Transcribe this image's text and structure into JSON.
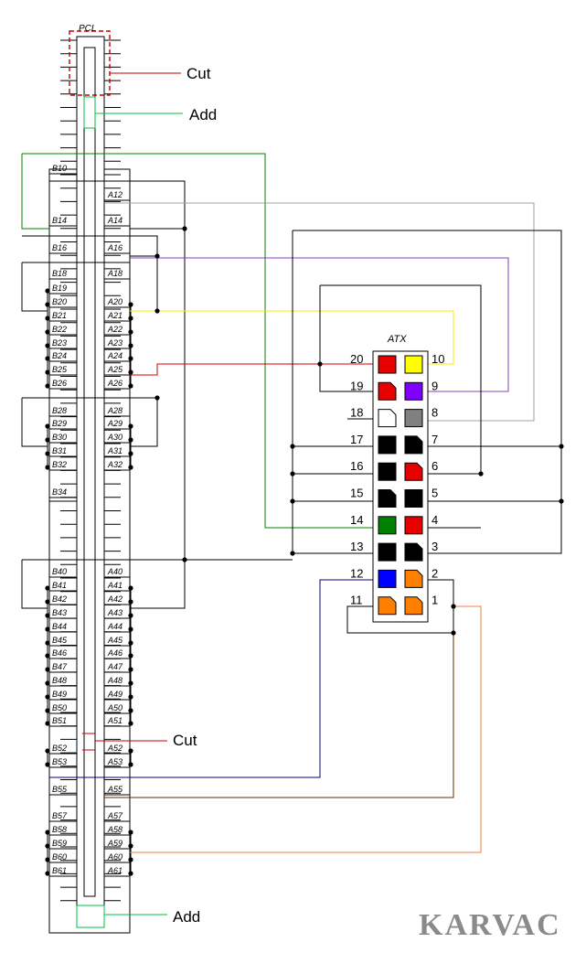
{
  "colors": {
    "red": "#e60000",
    "yellow": "#ffff00",
    "purple": "#8000ff",
    "grey": "#808080",
    "black": "#000000",
    "green": "#008000",
    "blue": "#0000ff",
    "orange": "#ff8000",
    "white": "#ffffff",
    "wire_green": "#008000",
    "wire_grey": "#a0a0a0",
    "wire_purple": "#8040c0",
    "wire_yellow": "#f0f000",
    "wire_red": "#d00000",
    "wire_navy": "#000080",
    "wire_brown": "#603000",
    "wire_orange": "#f08040",
    "cut_red": "#c00000",
    "add_green": "#00c040",
    "brand_grey": "#8a8a8a"
  },
  "labels": {
    "pcl": "PCL",
    "atx": "ATX",
    "cut_top": "Cut",
    "add_top": "Add",
    "cut_bottom": "Cut",
    "add_bottom": "Add",
    "brand": "KARVAC"
  },
  "b_pins": [
    "B10",
    "B14",
    "B16",
    "B18",
    "B19",
    "B20",
    "B21",
    "B22",
    "B23",
    "B24",
    "B25",
    "B26",
    "B28",
    "B29",
    "B30",
    "B31",
    "B32",
    "B34",
    "B40",
    "B41",
    "B42",
    "B43",
    "B44",
    "B45",
    "B46",
    "B47",
    "B48",
    "B49",
    "B50",
    "B51",
    "B52",
    "B53",
    "B55",
    "B57",
    "B58",
    "B59",
    "B60",
    "B61"
  ],
  "a_pins": [
    "A12",
    "A14",
    "A16",
    "A18",
    "A20",
    "A21",
    "A22",
    "A23",
    "A24",
    "A25",
    "A26",
    "A28",
    "A29",
    "A30",
    "A31",
    "A32",
    "A40",
    "A41",
    "A42",
    "A43",
    "A44",
    "A45",
    "A46",
    "A47",
    "A48",
    "A49",
    "A50",
    "A51",
    "A52",
    "A53",
    "A55",
    "A57",
    "A58",
    "A59",
    "A60",
    "A61"
  ],
  "atx_pins": {
    "left": [
      "20",
      "19",
      "18",
      "17",
      "16",
      "15",
      "14",
      "13",
      "12",
      "11"
    ],
    "right": [
      "10",
      "9",
      "8",
      "7",
      "6",
      "5",
      "4",
      "3",
      "2",
      "1"
    ]
  },
  "atx_colors": {
    "left": [
      "red",
      "red",
      "white",
      "black",
      "black",
      "black",
      "green",
      "black",
      "blue",
      "orange"
    ],
    "right": [
      "yellow",
      "purple",
      "grey",
      "black",
      "red",
      "black",
      "red",
      "black",
      "orange",
      "orange"
    ]
  }
}
